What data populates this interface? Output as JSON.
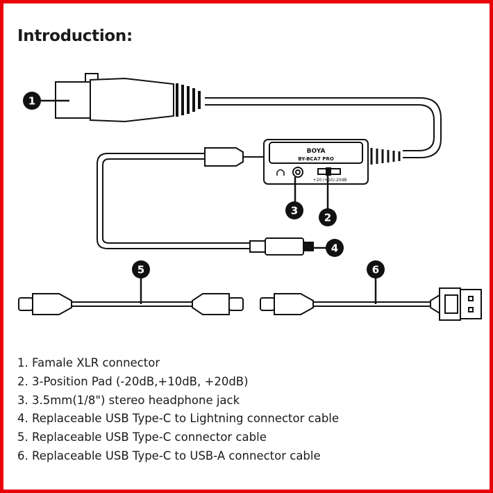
{
  "title": "Introduction:",
  "diagram": {
    "brand": "BOYA",
    "model": "BY-BCA7 PRO",
    "pad_label": "+20 /+10/-20dB",
    "callouts": [
      "1",
      "2",
      "3",
      "4",
      "5",
      "6"
    ]
  },
  "items": [
    "1. Famale XLR connector",
    "2. 3-Position Pad (-20dB,+10dB, +20dB)",
    "3. 3.5mm(1/8\") stereo headphone jack",
    "4. Replaceable USB Type-C to Lightning connector cable",
    "5. Replaceable USB Type-C connector cable",
    "6. Replaceable USB Type-C to USB-A connector cable"
  ],
  "colors": {
    "border": "#e8000b",
    "ink": "#1a1a1a"
  }
}
